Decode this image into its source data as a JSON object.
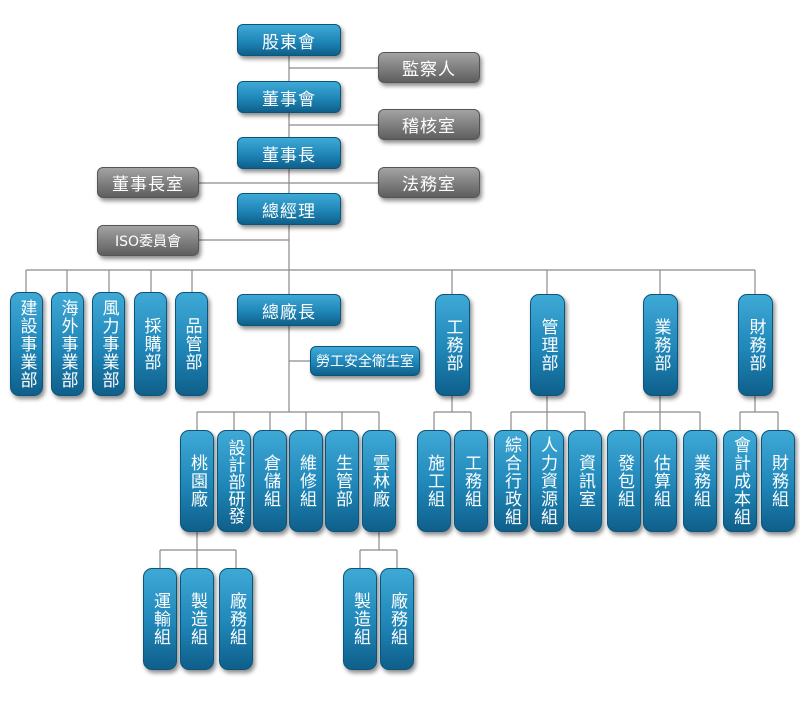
{
  "org": {
    "shareholders": "股東會",
    "supervisor": "監察人",
    "board": "董事會",
    "audit_office": "稽核室",
    "chairman": "董事長",
    "chairman_office": "董事長室",
    "legal_office": "法務室",
    "general_manager": "總經理",
    "iso_committee": "ISO委員會",
    "left_depts": [
      "建設事業部",
      "海外事業部",
      "風力事業部",
      "採購部",
      "品管部"
    ],
    "plant_director": "總廠長",
    "safety_office": "勞工安全衛生室",
    "plant_units": {
      "taoyuan": "桃園廠",
      "design_rd": [
        "設計部",
        "研發"
      ],
      "warehouse": "倉儲組",
      "maintenance": "維修組",
      "production_mgmt": "生管部",
      "yunlin": "雲林廠"
    },
    "taoyuan_groups": [
      "運輸組",
      "製造組",
      "廠務組"
    ],
    "yunlin_groups": [
      "製造組",
      "廠務組"
    ],
    "right_depts": {
      "engineering": "工務部",
      "management": "管理部",
      "business": "業務部",
      "finance": "財務部"
    },
    "engineering_groups": [
      "施工組",
      "工務組"
    ],
    "management_groups": [
      "綜合行政組",
      "人力資源組",
      "資訊室"
    ],
    "business_groups": [
      "發包組",
      "估算組",
      "業務組"
    ],
    "finance_groups": [
      "會計成本組",
      "財務組"
    ]
  }
}
